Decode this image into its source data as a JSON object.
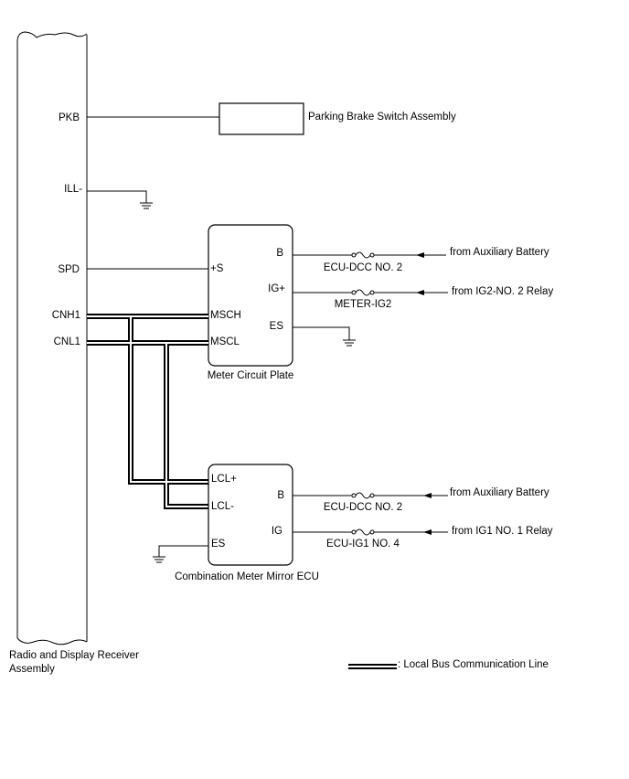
{
  "components": {
    "radio_receiver": {
      "label_line1": "Radio and Display Receiver",
      "label_line2": "Assembly"
    },
    "parking_brake": {
      "label": "Parking Brake Switch Assembly"
    },
    "meter_circuit_plate": {
      "label": "Meter Circuit Plate"
    },
    "combination_meter": {
      "label": "Combination Meter Mirror ECU"
    }
  },
  "radio_pins": {
    "pkb": "PKB",
    "ill": "ILL-",
    "spd": "SPD",
    "cnh1": "CNH1",
    "cnl1": "CNL1"
  },
  "meter_pins": {
    "b": "B",
    "ig_plus": "IG+",
    "es": "ES",
    "s_plus": "+S",
    "msch": "MSCH",
    "mscl": "MSCL"
  },
  "combo_pins": {
    "lcl_plus": "LCL+",
    "lcl_minus": "LCL-",
    "es": "ES",
    "b": "B",
    "ig": "IG"
  },
  "fuses": {
    "ecu_dcc_1": "ECU-DCC NO. 2",
    "meter_ig2": "METER-IG2",
    "ecu_dcc_2": "ECU-DCC NO. 2",
    "ecu_ig1": "ECU-IG1 NO. 4"
  },
  "sources": {
    "aux_battery_1": "from Auxiliary Battery",
    "ig2_relay": "from IG2-NO. 2 Relay",
    "aux_battery_2": "from Auxiliary Battery",
    "ig1_relay": "from IG1 NO. 1 Relay"
  },
  "legend": {
    "bus_label": ": Local Bus Communication Line"
  }
}
